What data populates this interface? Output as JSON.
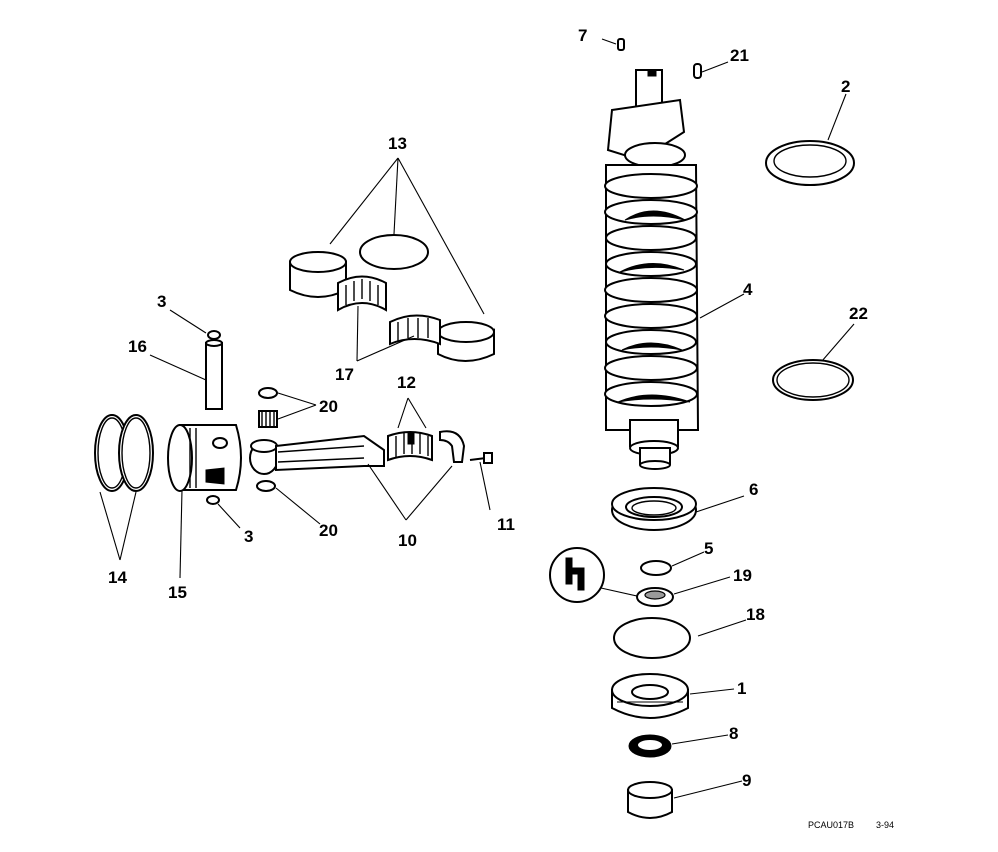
{
  "diagram": {
    "parts": [
      {
        "id": "p1",
        "number": "1"
      },
      {
        "id": "p2",
        "number": "2"
      },
      {
        "id": "p3a",
        "number": "3"
      },
      {
        "id": "p3b",
        "number": "3"
      },
      {
        "id": "p4",
        "number": "4"
      },
      {
        "id": "p5",
        "number": "5"
      },
      {
        "id": "p6",
        "number": "6"
      },
      {
        "id": "p7",
        "number": "7"
      },
      {
        "id": "p8",
        "number": "8"
      },
      {
        "id": "p9",
        "number": "9"
      },
      {
        "id": "p10",
        "number": "10"
      },
      {
        "id": "p11",
        "number": "11"
      },
      {
        "id": "p12",
        "number": "12"
      },
      {
        "id": "p13",
        "number": "13"
      },
      {
        "id": "p14",
        "number": "14"
      },
      {
        "id": "p15",
        "number": "15"
      },
      {
        "id": "p16",
        "number": "16"
      },
      {
        "id": "p17",
        "number": "17"
      },
      {
        "id": "p18",
        "number": "18"
      },
      {
        "id": "p19",
        "number": "19"
      },
      {
        "id": "p20a",
        "number": "20"
      },
      {
        "id": "p20b",
        "number": "20"
      },
      {
        "id": "p21",
        "number": "21"
      },
      {
        "id": "p22",
        "number": "22"
      }
    ],
    "footer": {
      "code": "PCAU017B",
      "date": "3-94"
    }
  }
}
